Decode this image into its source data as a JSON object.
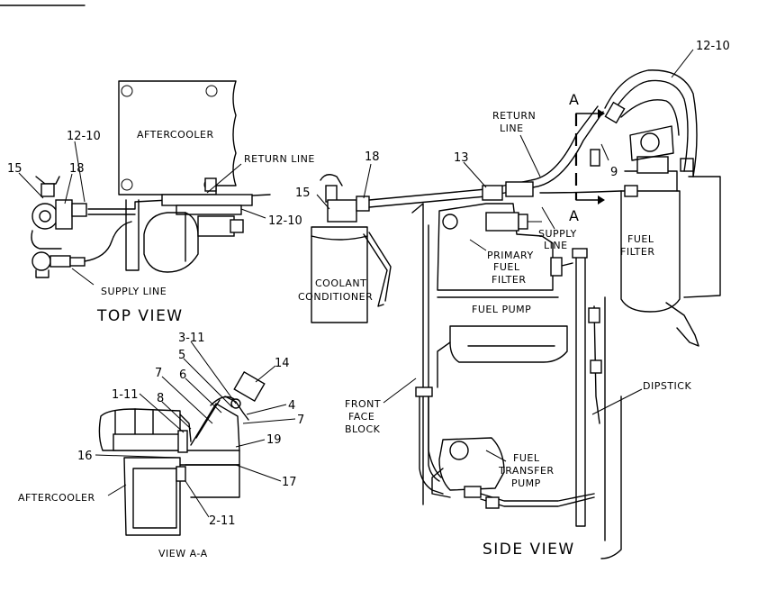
{
  "views": {
    "top_view": "TOP VIEW",
    "side_view": "SIDE VIEW",
    "view_a": "VIEW A-A"
  },
  "section_marker": "A",
  "labels": {
    "aftercooler_top": "AFTERCOOLER",
    "return_line_top": "RETURN LINE",
    "supply_line_top": "SUPPLY LINE",
    "coolant_conditioner": [
      "COOLANT",
      "CONDITIONER"
    ],
    "return_line_side": [
      "RETURN",
      "LINE"
    ],
    "supply_line_side": [
      "SUPPLY",
      "LINE"
    ],
    "primary_fuel_filter": [
      "PRIMARY",
      "FUEL",
      "FILTER"
    ],
    "fuel_filter": [
      "FUEL",
      "FILTER"
    ],
    "fuel_pump": "FUEL PUMP",
    "dipstick": "DIPSTICK",
    "front_face_block": [
      "FRONT",
      "FACE",
      "BLOCK"
    ],
    "fuel_transfer_pump": [
      "FUEL",
      "TRANSFER",
      "PUMP"
    ],
    "aftercooler_view_a": "AFTERCOOLER"
  },
  "callouts": {
    "c12_10_top": "12-10",
    "c15_top": "15",
    "c18_top": "18",
    "c12_10_mid": "12-10",
    "c15_mid": "15",
    "c18_mid": "18",
    "c12_10_side": "12-10",
    "c13": "13",
    "c9": "9",
    "c3_11": "3-11",
    "c5": "5",
    "c7a": "7",
    "c6": "6",
    "c14": "14",
    "c1_11": "1-11",
    "c8": "8",
    "c4": "4",
    "c7b": "7",
    "c16": "16",
    "c19": "19",
    "c17": "17",
    "c2_11": "2-11"
  }
}
